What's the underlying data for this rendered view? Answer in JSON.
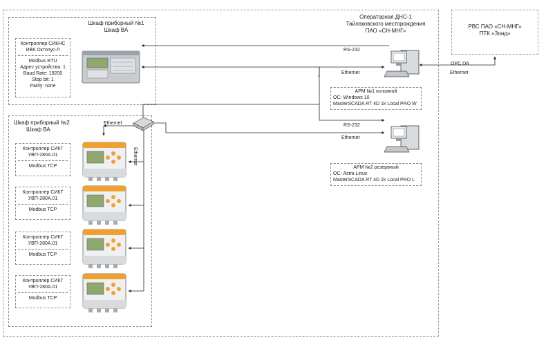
{
  "operator_room": {
    "title_lines": [
      "Операторная ДНС-1",
      "Тайлаковского месторождения",
      "ПАО «СН-МНГ»"
    ]
  },
  "rvs": {
    "title_lines": [
      "РВС ПАО «СН-МНГ»",
      "ПТК «Зонд»"
    ]
  },
  "cabinet1": {
    "title_lines": [
      "Шкаф приборный №1",
      "Шкаф ВА"
    ],
    "controller": {
      "top_lines": [
        "Контроллер СИКНС",
        "ИВК Октопус-Л"
      ],
      "bottom_lines": [
        "Modbus RTU",
        "Адрес устройства: 1",
        "Baud Rate: 19200",
        "Stop bit: 1",
        "Parity: none"
      ]
    }
  },
  "cabinet2": {
    "title_lines": [
      "Шкаф приборный №2",
      "Шкаф ВА"
    ],
    "controllers": [
      {
        "top_lines": [
          "Контроллер СИКГ",
          "УВП-280А.01"
        ],
        "protocol": "Modbus TCP"
      },
      {
        "top_lines": [
          "Контроллер СИКГ",
          "УВП-280А.01"
        ],
        "protocol": "Modbus TCP"
      },
      {
        "top_lines": [
          "Контроллер СИКГ",
          "УВП-280А.01"
        ],
        "protocol": "Modbus TCP"
      },
      {
        "top_lines": [
          "Контроллер СИКГ",
          "УВП-280А.01"
        ],
        "protocol": "Modbus TCP"
      }
    ]
  },
  "arm1": {
    "lines": [
      "АРМ №1 основной",
      "ОС: Windows 10",
      "MasterSCADA RT 4D 1k Local PRO W"
    ]
  },
  "arm2": {
    "lines": [
      "АРМ №2 резервный",
      "ОС: Astra Linux",
      "MasterSCADA RT 4D 1k Local PRO L"
    ]
  },
  "links": {
    "rs232_a": "RS-232",
    "ethernet_arm1": "Ethernet",
    "opc_da": "OPC DA",
    "ethernet_opc": "Ethernet",
    "ethernet_switch": "Ethernet",
    "ethernet_vertical": "Ethernet",
    "rs232_b": "RS-232",
    "ethernet_arm2": "Ethernet"
  },
  "colors": {
    "line": "#222222",
    "dash_border": "#8a8a8a",
    "device_orange": "#f0a030",
    "device_grey": "#c8ccd0",
    "screen_green": "#8fa870"
  }
}
